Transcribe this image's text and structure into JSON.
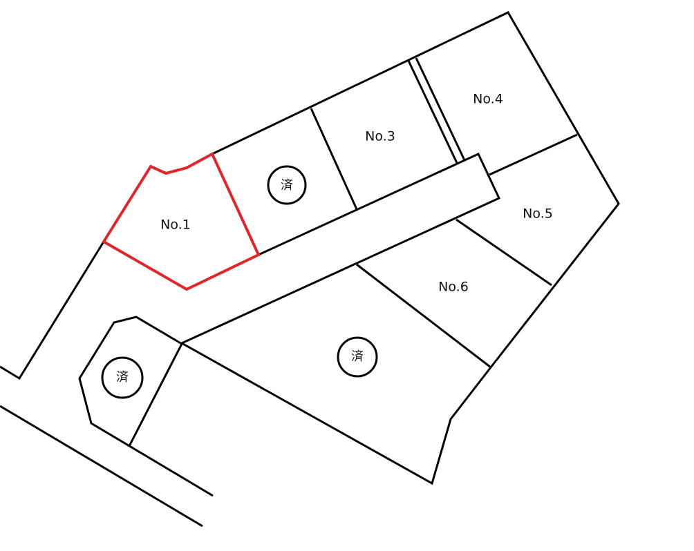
{
  "plan": {
    "lots": [
      {
        "id": "lot-1",
        "label": "No.1",
        "highlighted": true
      },
      {
        "id": "lot-2",
        "label": "済",
        "status": "sold"
      },
      {
        "id": "lot-3",
        "label": "No.3"
      },
      {
        "id": "lot-4",
        "label": "No.4"
      },
      {
        "id": "lot-5",
        "label": "No.5"
      },
      {
        "id": "lot-6",
        "label": "No.6"
      },
      {
        "id": "lot-7",
        "label": "済",
        "status": "sold"
      },
      {
        "id": "lot-8",
        "label": "済",
        "status": "sold"
      }
    ],
    "highlight_color": "#e0262b",
    "line_color": "#000000"
  }
}
